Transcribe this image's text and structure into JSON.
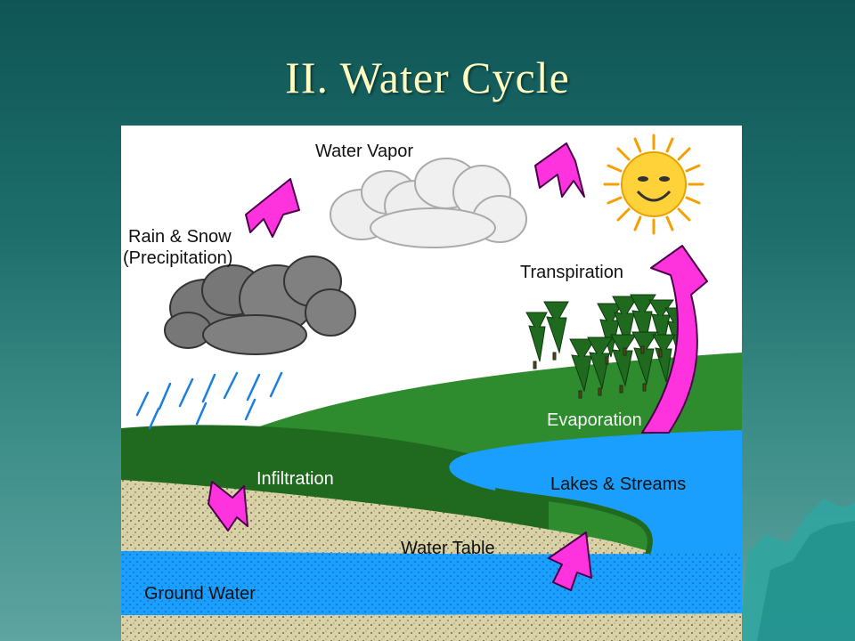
{
  "slide": {
    "title": "II. Water Cycle"
  },
  "diagram": {
    "labels": {
      "water_vapor": "Water Vapor",
      "rain_snow": "Rain & Snow",
      "precipitation": "(Precipitation)",
      "transpiration": "Transpiration",
      "evaporation": "Evaporation",
      "infiltration": "Infiltration",
      "lakes_streams": "Lakes & Streams",
      "water_table": "Water Table",
      "ground_water": "Ground Water"
    },
    "icons": [
      "sun-icon",
      "cloud-icon",
      "arrow-icon",
      "tree-icon",
      "rain-icon"
    ],
    "colors": {
      "arrow": "#ff33dd",
      "water": "#1a9fff",
      "grass": "#2e8b2e",
      "hill_dark": "#1f6a1f",
      "soil": "#d8d2a6",
      "sun": "#ffd23a",
      "storm_cloud": "#707070",
      "vapor_cloud": "#eeeeee"
    }
  }
}
